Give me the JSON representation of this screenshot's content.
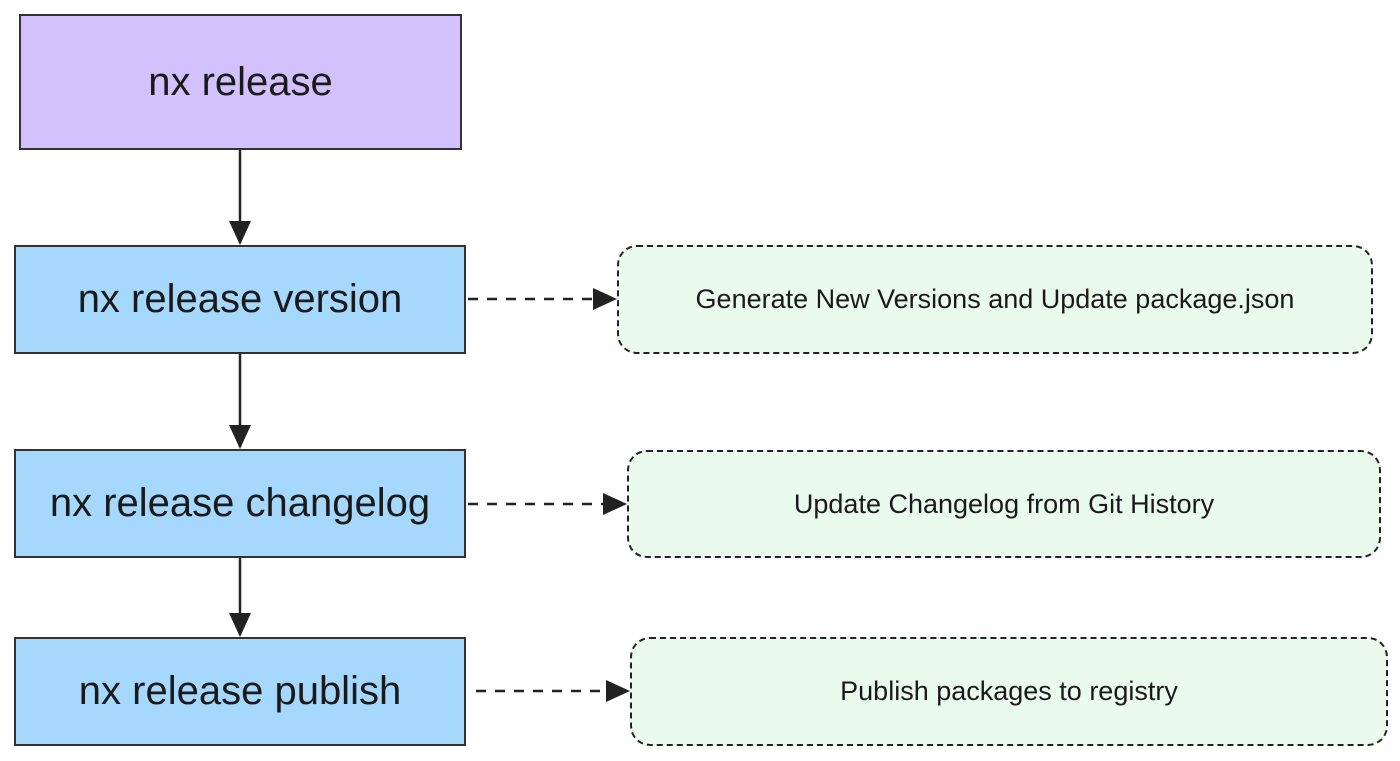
{
  "colors": {
    "root_fill": "#d2c1fd",
    "command_fill": "#a6d8fd",
    "note_fill": "#eafaec",
    "stroke": "#222222"
  },
  "nodes": {
    "release": "nx release",
    "version": "nx release version",
    "changelog": "nx release changelog",
    "publish": "nx release publish"
  },
  "notes": {
    "version": "Generate New Versions and Update package.json",
    "changelog": "Update Changelog from Git History",
    "publish": "Publish packages to registry"
  }
}
